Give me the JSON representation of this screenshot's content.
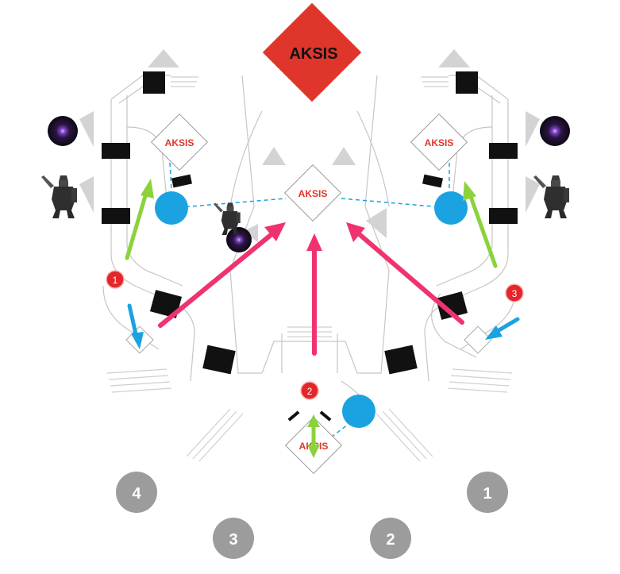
{
  "colors": {
    "objective_red": "#e0352b",
    "objective_text": "#e0352b",
    "circle_blue": "#1aa3e0",
    "arrow_pink": "#f0336e",
    "arrow_green": "#8bd23c",
    "arrow_blue": "#1aa3e0",
    "marker_red": "#e2262a",
    "spawn_gray": "#9c9c9c",
    "line_gray": "#bdbdbd",
    "block_black": "#111111"
  },
  "objectives": {
    "main": "AKSIS",
    "center": "AKSIS",
    "left": "AKSIS",
    "right": "AKSIS",
    "bottom": "AKSIS"
  },
  "step_markers": [
    "1",
    "2",
    "3"
  ],
  "spawn_labels": [
    "4",
    "3",
    "2",
    "1"
  ],
  "icons": {
    "orb": "dark-purple-orb-icon",
    "knight": "armored-knight-icon",
    "block": "cover-block-icon"
  }
}
